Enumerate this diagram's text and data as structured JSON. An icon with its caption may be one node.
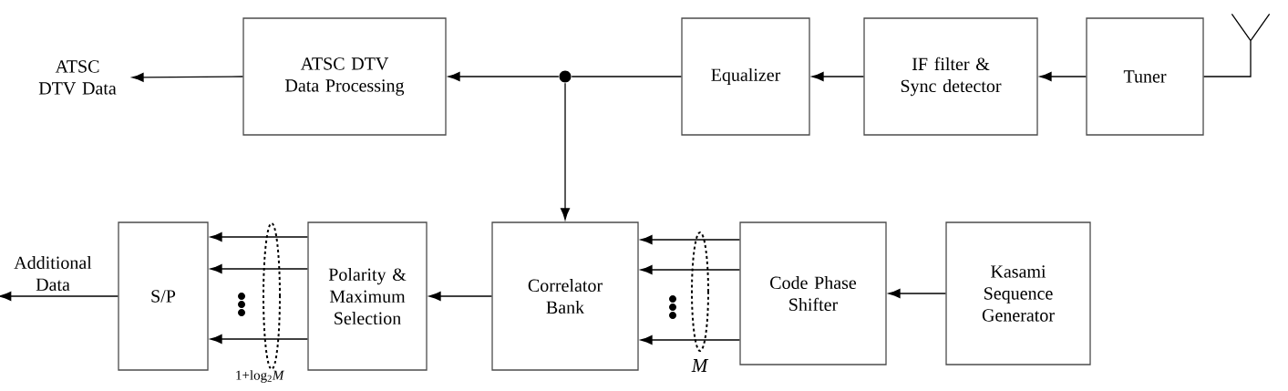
{
  "diagram": {
    "nodes": [
      {
        "text": [
          "ATSC DTV Data"
        ]
      },
      {
        "text": [
          "ATSC DTV Data Processing"
        ]
      },
      {
        "text": [],
        "shape": "circle"
      },
      {
        "text": [
          "Equalizer"
        ]
      },
      {
        "text": [
          "IF filter & Sync detector"
        ]
      },
      {
        "text": [
          "Tuner"
        ]
      },
      {
        "text": [],
        "shape": "antenna"
      },
      {
        "text": [
          "S/P"
        ]
      },
      {
        "text": [
          "Polarity & Maximum Selection"
        ]
      },
      {
        "text": [
          "Correlator Bank"
        ]
      },
      {
        "text": [
          "Code Phase Shifter"
        ]
      },
      {
        "text": [
          "Kasami Sequence Generator"
        ]
      },
      {
        "text": [
          "Additional Data"
        ]
      }
    ],
    "edges": [
      {
        "from": 6,
        "to": 5,
        "arrow": "none"
      },
      {
        "from": 5,
        "to": 4,
        "arrow": "to"
      },
      {
        "from": 4,
        "to": 3,
        "arrow": "to"
      },
      {
        "from": 3,
        "to": 2,
        "arrow": "none"
      },
      {
        "from": 2,
        "to": 1,
        "arrow": "to"
      },
      {
        "from": 1,
        "to": 0,
        "arrow": "to"
      },
      {
        "from": 2,
        "to": 9,
        "arrow": "to"
      },
      {
        "from": 11,
        "to": 10,
        "arrow": "to"
      },
      {
        "from": 10,
        "to": 9,
        "arrow": "to"
      },
      {
        "from": 10,
        "to": 9,
        "arrow": "to"
      },
      {
        "from": 10,
        "to": 9,
        "arrow": "to"
      },
      {
        "from": 9,
        "to": 8,
        "arrow": "to"
      },
      {
        "from": 8,
        "to": 7,
        "arrow": "to"
      },
      {
        "from": 8,
        "to": 7,
        "arrow": "to"
      },
      {
        "from": 8,
        "to": 7,
        "arrow": "to"
      },
      {
        "from": 7,
        "to": 12,
        "arrow": "to"
      }
    ],
    "labels": [
      "1+log$_{2}$*M*",
      "*M*"
    ]
  }
}
